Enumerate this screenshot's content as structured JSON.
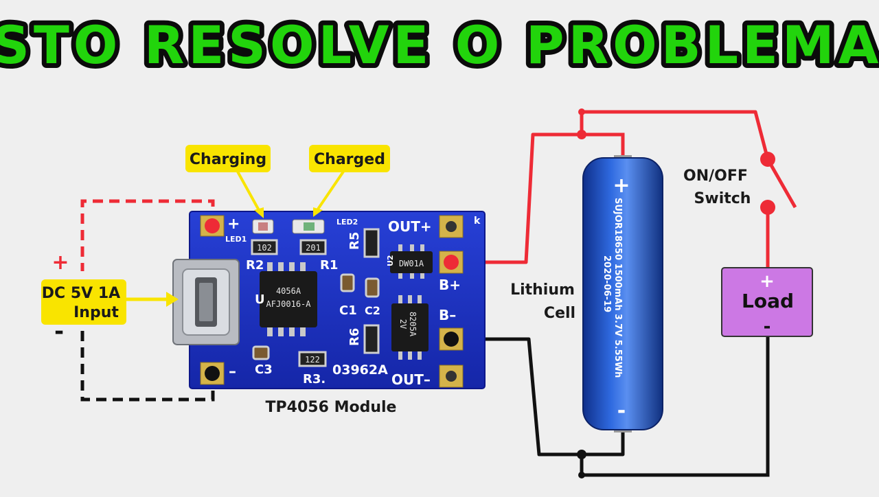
{
  "header": {
    "title": "ISTO RESOLVE O PROBLEMA!"
  },
  "callouts": {
    "charging": "Charging",
    "charged": "Charged",
    "input_line1": "DC 5V 1A",
    "input_line2": "Input"
  },
  "labels": {
    "module": "TP4056 Module",
    "cell_line1": "Lithium",
    "cell_line2": "Cell",
    "switch_line1": "ON/OFF",
    "switch_line2": "Switch",
    "load": "Load",
    "plus": "+",
    "minus": "-"
  },
  "pcb": {
    "out_plus": "OUT+",
    "out_minus": "OUT–",
    "b_plus": "B+",
    "b_minus": "B–",
    "plus": "+",
    "minus": "–",
    "led1": "LED1",
    "led2": "LED2",
    "r1": "R1",
    "r2": "R2",
    "r3": "R3.",
    "r5": "R5",
    "r6": "R6",
    "c1": "C1",
    "c2": "C2",
    "c3": "C3",
    "u1": "U",
    "u2": "U2",
    "board_code": "03962A",
    "k": "k",
    "chip_main_1": "4056A",
    "chip_main_2": "AFJ0016-A",
    "chip_prot": "DW01A",
    "chip_fet_1": "8205A",
    "chip_fet_2": "2V",
    "res_102": "102",
    "res_201": "201",
    "res_122": "122"
  },
  "cell": {
    "plus": "+",
    "minus": "-",
    "text1": "SUJOR18650 1500mAh 3.7V 5.55Wh",
    "text2": "2020-06-19"
  },
  "colors": {
    "wire_positive": "#ee2b36",
    "wire_negative": "#111111",
    "callout_fill": "#f9e400",
    "pcb": "#1b2fc2",
    "cell": "#1c4fc4",
    "load_fill": "#cc78e4",
    "header_fill": "#22d40c"
  }
}
